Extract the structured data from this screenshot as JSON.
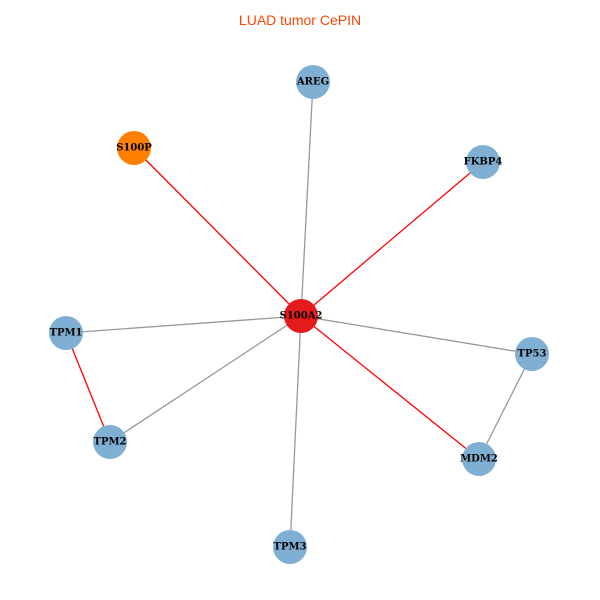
{
  "title": "LUAD tumor CePIN",
  "colors": {
    "title": "#ff4500",
    "center_node": "#e41a1c",
    "highlight_node": "#ff7f00",
    "default_node": "#7fb0d4",
    "red_edge": "#ff0000",
    "gray_edge": "#999999"
  },
  "nodes": [
    {
      "id": "S100A2",
      "type": "center"
    },
    {
      "id": "AREG",
      "type": "default"
    },
    {
      "id": "S100P",
      "type": "highlight"
    },
    {
      "id": "FKBP4",
      "type": "default"
    },
    {
      "id": "TPM1",
      "type": "default"
    },
    {
      "id": "TP53",
      "type": "default"
    },
    {
      "id": "TPM2",
      "type": "default"
    },
    {
      "id": "MDM2",
      "type": "default"
    },
    {
      "id": "TPM3",
      "type": "default"
    }
  ],
  "edges": [
    {
      "source": "S100A2",
      "target": "AREG",
      "color": "gray"
    },
    {
      "source": "S100A2",
      "target": "S100P",
      "color": "red"
    },
    {
      "source": "S100A2",
      "target": "FKBP4",
      "color": "red"
    },
    {
      "source": "S100A2",
      "target": "TPM1",
      "color": "gray"
    },
    {
      "source": "S100A2",
      "target": "TP53",
      "color": "gray"
    },
    {
      "source": "S100A2",
      "target": "TPM2",
      "color": "gray"
    },
    {
      "source": "S100A2",
      "target": "MDM2",
      "color": "red"
    },
    {
      "source": "S100A2",
      "target": "TPM3",
      "color": "gray"
    },
    {
      "source": "TPM1",
      "target": "TPM2",
      "color": "red"
    },
    {
      "source": "TP53",
      "target": "MDM2",
      "color": "gray"
    }
  ]
}
